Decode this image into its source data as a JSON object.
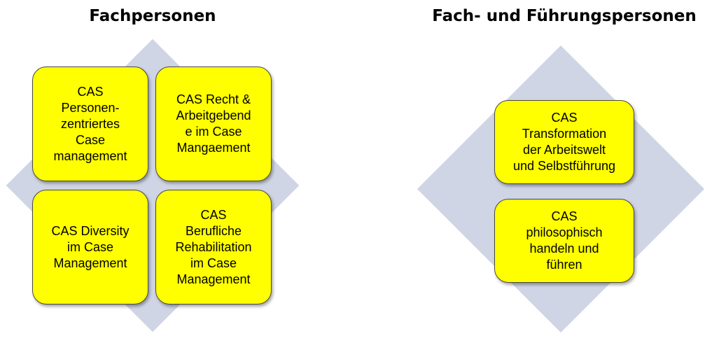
{
  "left_group": {
    "title": "Fachpersonen",
    "boxes": [
      "CAS\nPersonen-\nzentriertes\nCase\nmanagement",
      "CAS Recht &\nArbeitgebend\ne im Case\nMangaement",
      "CAS Diversity\nim Case\nManagement",
      "CAS\nBerufliche\nRehabilitation\nim Case\nManagement"
    ]
  },
  "right_group": {
    "title": "Fach- und Führungspersonen",
    "boxes": [
      "CAS\nTransformation\nder Arbeitswelt\nund Selbstführung",
      "CAS\nphilosophisch\nhandeln und\nführen"
    ]
  },
  "colors": {
    "box_fill": "#ffff00",
    "diamond_fill": "#cfd5e5"
  }
}
